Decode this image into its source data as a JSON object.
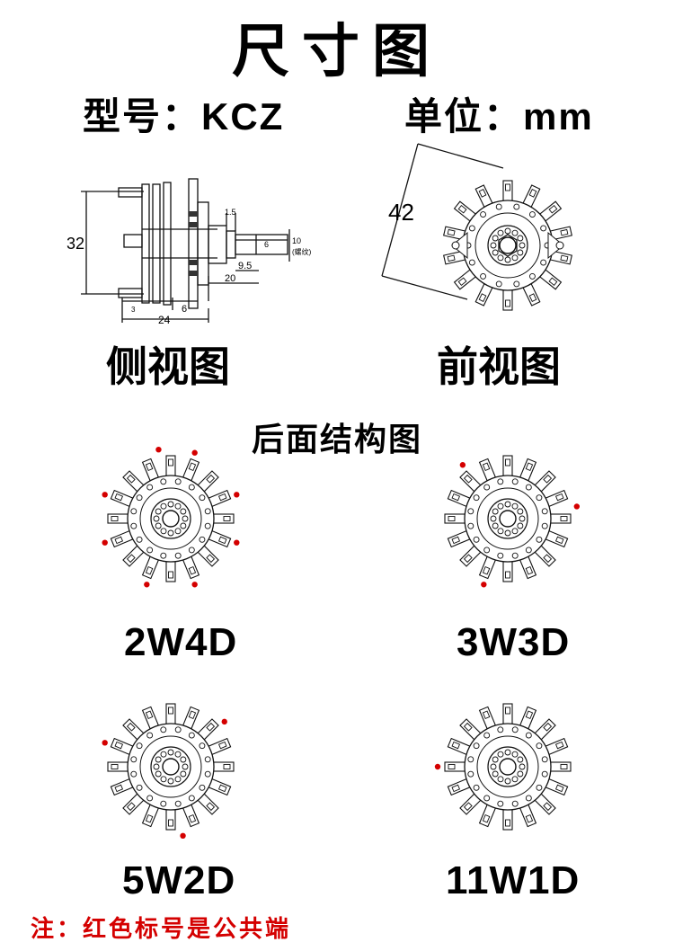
{
  "header": {
    "title": "尺寸图",
    "model_label": "型号：",
    "model_value": "KCZ",
    "unit_label": "单位：",
    "unit_value": "mm"
  },
  "side_view": {
    "caption": "侧视图",
    "dims": {
      "height": "32",
      "d1_5": "1.5",
      "d6": "6",
      "d10": "10",
      "thread": "(螺纹)",
      "d9_5": "9.5",
      "d20": "20",
      "d3": "3",
      "d6b": "6",
      "d24": "24"
    }
  },
  "front_view": {
    "caption": "前视图",
    "dims": {
      "diameter": "42"
    }
  },
  "rear_section": {
    "title": "后面结构图",
    "variants": [
      {
        "code": "2W4D"
      },
      {
        "code": "3W3D"
      },
      {
        "code": "5W2D"
      },
      {
        "code": "11W1D"
      }
    ]
  },
  "note": "注：红色标号是公共端",
  "colors": {
    "marker_red": "#d40000",
    "line": "#111111"
  }
}
